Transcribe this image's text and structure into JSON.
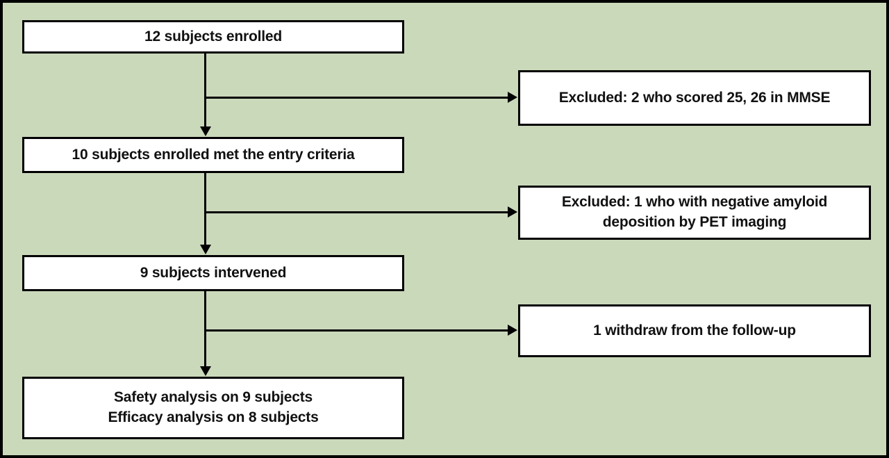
{
  "figure": {
    "type": "flow-diagram",
    "background_color": "#cbd9bb",
    "box_fill_color": "#ffffff",
    "line_color": "#000000",
    "text_color": "#111111",
    "main_flow": [
      {
        "lines": [
          "12 subjects enrolled"
        ]
      },
      {
        "lines": [
          "10 subjects enrolled met the entry criteria"
        ]
      },
      {
        "lines": [
          "9 subjects intervened"
        ]
      },
      {
        "lines": [
          "Safety analysis on 9 subjects",
          "Efficacy analysis on 8 subjects"
        ]
      }
    ],
    "exclusions": [
      {
        "lines": [
          "Excluded: 2 who scored 25, 26 in MMSE"
        ]
      },
      {
        "lines": [
          "Excluded: 1 who with negative amyloid",
          "deposition by PET imaging"
        ]
      },
      {
        "lines": [
          "1 withdraw from the follow-up"
        ]
      }
    ]
  }
}
